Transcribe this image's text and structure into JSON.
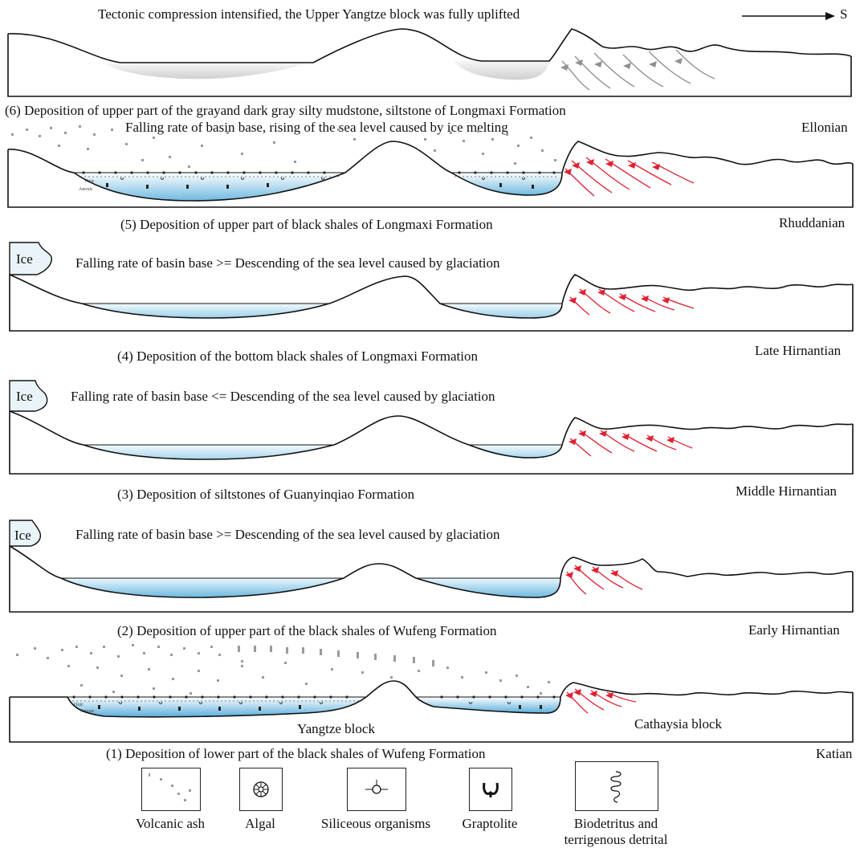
{
  "direction": {
    "label": "S"
  },
  "panels": [
    {
      "caption": "Tectonic compression intensified, the Upper Yangtze block was fully uplifted"
    },
    {
      "caption": "(6) Deposition of upper part of the grayand dark gray silty mudstone, siltstone of Longmaxi Formation",
      "subcaption": "Falling rate of basin base, rising of the sea level caused by ice melting",
      "stage": "Ellonian"
    },
    {
      "caption": "(5) Deposition of upper part of black shales of Longmaxi Formation",
      "stage": "Rhuddanian",
      "note": "Falling rate of basin base >= Descending of the sea level caused by glaciation",
      "ice": "Ice"
    },
    {
      "caption": "(4) Deposition of the bottom black shales of Longmaxi Formation",
      "stage": "Late Hirnantian",
      "note": "Falling rate of basin base <= Descending of the sea level caused by glaciation",
      "ice": "Ice"
    },
    {
      "caption": "(3) Deposition of siltstones of Guanyinqiao Formation",
      "stage": "Middle Hirnantian",
      "note": "Falling rate of basin base >= Descending of the sea level caused by glaciation",
      "ice": "Ice"
    },
    {
      "caption": "(2) Deposition of upper part of the black shales of Wufeng Formation",
      "stage": "Early Hirnantian",
      "yangtze": "Yangtze block",
      "cathaysia": "Cathaysia block"
    },
    {
      "caption": "(1) Deposition of lower part of the black shales of Wufeng Formation",
      "stage": "Katian"
    }
  ],
  "water_labels": {
    "oxic": "Oxic",
    "anoxic": "Anoxic"
  },
  "legend": [
    {
      "icon": "volcanic-ash-icon",
      "label": "Volcanic ash"
    },
    {
      "icon": "algal-icon",
      "label": "Algal"
    },
    {
      "icon": "siliceous-organisms-icon",
      "label": "Siliceous organisms"
    },
    {
      "icon": "graptolite-icon",
      "label": "Graptolite"
    },
    {
      "icon": "biodetritus-icon",
      "label": "Biodetritus and",
      "label2": "terrigenous detrital"
    }
  ],
  "colors": {
    "outline": "#111111",
    "fault": "#e02030",
    "fault_gray": "#909090",
    "water_top": "#eef7fc",
    "water_deep": "#7ec3e6",
    "ash": "#9a9a9a",
    "ice": "#e8f4f8"
  }
}
